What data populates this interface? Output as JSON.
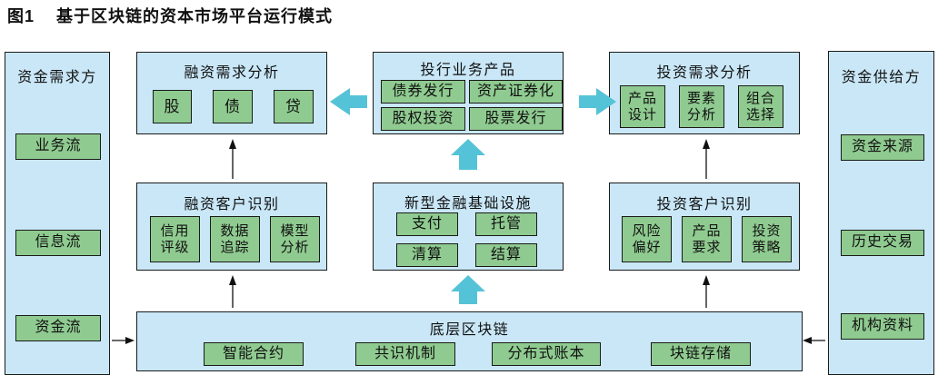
{
  "figure": {
    "label": "图1",
    "title": "基于区块链的资本市场平台运行模式"
  },
  "colors": {
    "panel_fill": "#C9E7F7",
    "chip_fill": "#8FCB90",
    "block_arrow": "#55C3D7",
    "border": "#1A1A1A"
  },
  "columns": {
    "left": {
      "title": "资金需求方",
      "items": [
        "业务流",
        "信息流",
        "资金流"
      ]
    },
    "right": {
      "title": "资金供给方",
      "items": [
        "资金来源",
        "历史交易",
        "机构资料"
      ]
    }
  },
  "boxes": {
    "financing_demand": {
      "title": "融资需求分析",
      "items": [
        "股",
        "债",
        "贷"
      ]
    },
    "ib_products": {
      "title": "投行业务产品",
      "items": [
        "债券发行",
        "资产证券化",
        "股权投资",
        "股票发行"
      ]
    },
    "investment_demand": {
      "title": "投资需求分析",
      "items": [
        "产品\n设计",
        "要素\n分析",
        "组合\n选择"
      ]
    },
    "financing_customer": {
      "title": "融资客户识别",
      "items": [
        "信用\n评级",
        "数据\n追踪",
        "模型\n分析"
      ]
    },
    "infrastructure": {
      "title": "新型金融基础设施",
      "items": [
        "支付",
        "托管",
        "清算",
        "结算"
      ]
    },
    "investment_customer": {
      "title": "投资客户识别",
      "items": [
        "风险\n偏好",
        "产品\n要求",
        "投资\n策略"
      ]
    },
    "blockchain": {
      "title": "底层区块链",
      "items": [
        "智能合约",
        "共识机制",
        "分布式账本",
        "块链存储"
      ]
    }
  }
}
